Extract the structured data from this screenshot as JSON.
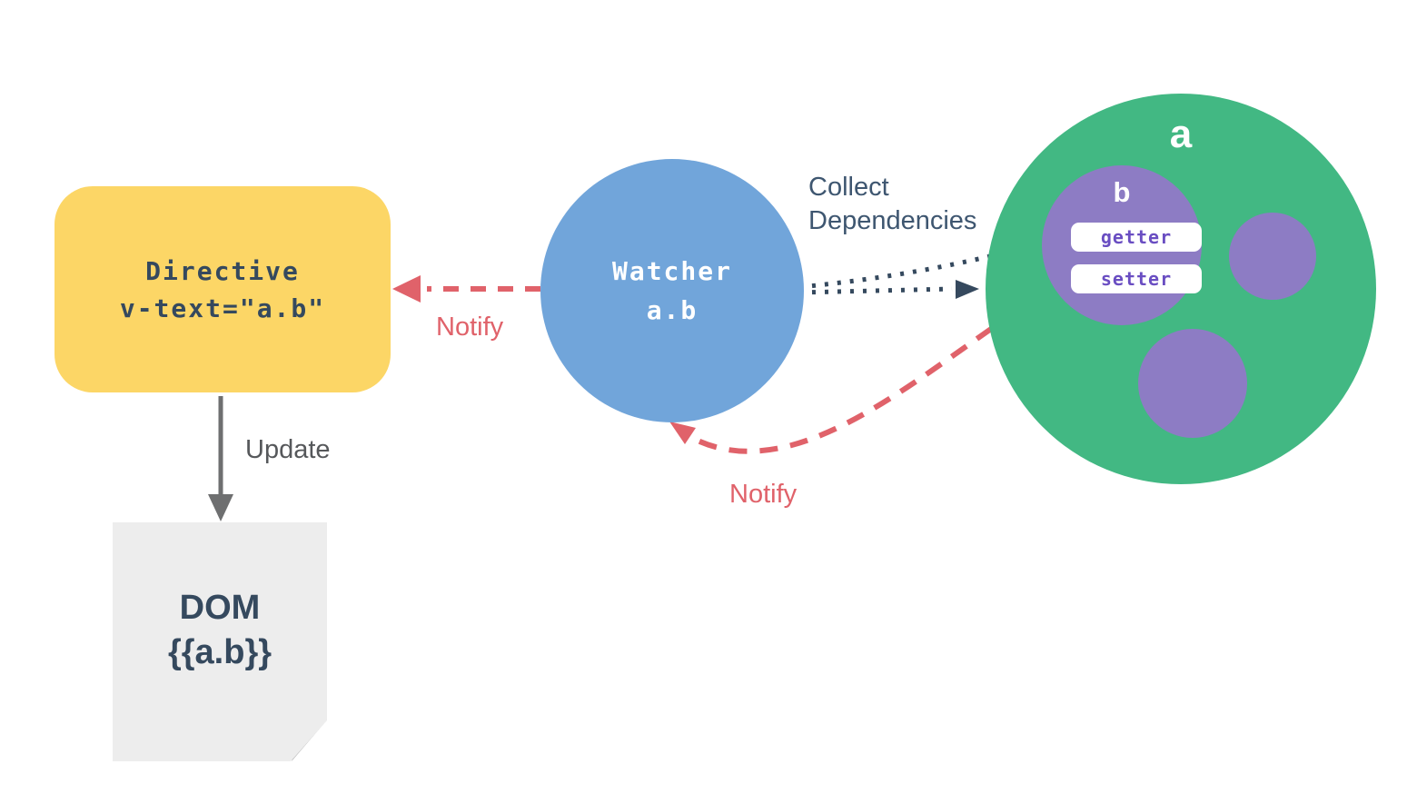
{
  "colors": {
    "bg": "#ffffff",
    "yellow": "#fcd666",
    "slate": "#35495e",
    "blue": "#71a5da",
    "green": "#42b883",
    "purple": "#8d7cc4",
    "accessor-text": "#6a4ec2",
    "red": "#e0626a",
    "arrow-gray": "#6e6f70",
    "update-text": "#56585b",
    "collect-text": "#3e5670",
    "doc-bg": "#ededed",
    "doc-fold": "#b9b9b9"
  },
  "directive": {
    "title": "Directive",
    "code": "v-text=\"a.b\""
  },
  "watcher": {
    "title": "Watcher",
    "expression": "a.b"
  },
  "data_object": {
    "name": "a",
    "property": {
      "name": "b",
      "getter": "getter",
      "setter": "setter"
    }
  },
  "dom": {
    "title": "DOM",
    "binding": "{{a.b}}"
  },
  "edges": {
    "collect_line1": "Collect",
    "collect_line2": "Dependencies",
    "notify_to_directive": "Notify",
    "notify_to_watcher": "Notify",
    "update": "Update"
  }
}
